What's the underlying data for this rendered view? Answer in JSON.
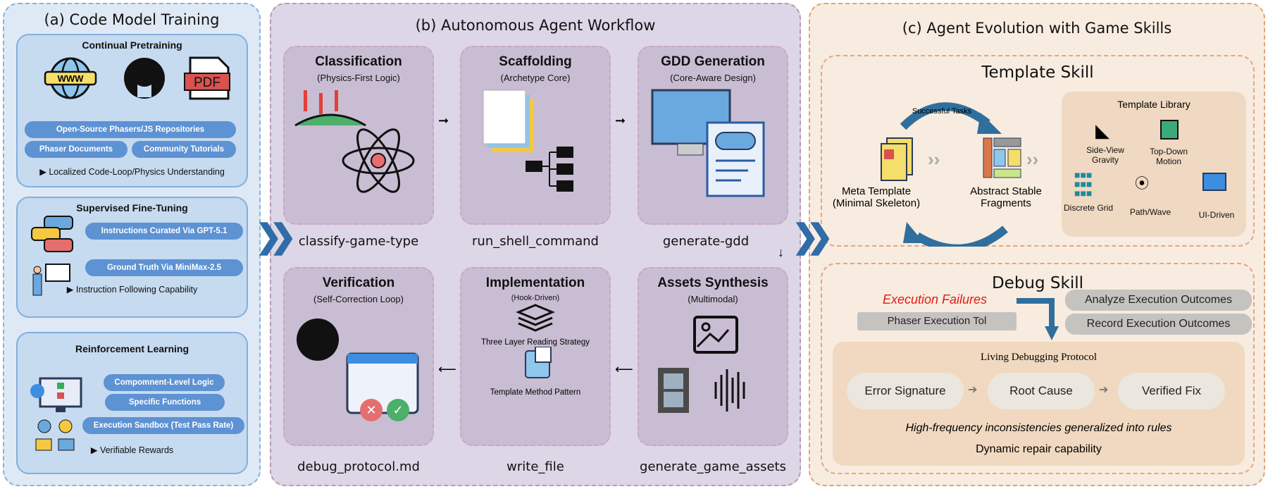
{
  "panel_a": {
    "title": "(a) Code Model Training",
    "pretraining": {
      "title": "Continual Pretraining",
      "icons": [
        "www-globe-icon",
        "github-icon",
        "pdf-icon"
      ],
      "pdf_label": "PDF",
      "www_label": "WWW",
      "pills": [
        "Open-Source Phasers/JS Repositories",
        "Phaser Documents",
        "Community Tutorials"
      ],
      "note": "Localized Code-Loop/Physics Understanding"
    },
    "sft": {
      "title": "Supervised Fine-Tuning",
      "pills": [
        "Instructions Curated Via GPT-5.1",
        "Ground Truth Via MiniMax-2.5"
      ],
      "note": "Instruction Following Capability"
    },
    "rl": {
      "title": "Reinforcement Learning",
      "pills": [
        "Compomnent-Level Logic",
        "Specific Functions",
        "Execution Sandbox (Test Pass Rate)"
      ],
      "note": "Verifiable Rewards"
    }
  },
  "panel_b": {
    "title": "(b) Autonomous Agent Workflow",
    "cards": [
      {
        "title": "Classification",
        "sub": "(Physics-First Logic)",
        "tool": "classify-game-type"
      },
      {
        "title": "Scaffolding",
        "sub": "(Archetype Core)",
        "tool": "run_shell_command"
      },
      {
        "title": "GDD Generation",
        "sub": "(Core-Aware Design)",
        "tool": "generate-gdd"
      },
      {
        "title": "Verification",
        "sub": "(Self-Correction Loop)",
        "tool": "debug_protocol.md"
      },
      {
        "title": "Implementation",
        "sub": "(Hook-Driven)",
        "tool": "write_file",
        "extra": [
          "Three Layer Reading Strategy",
          "Template Method Pattern"
        ]
      },
      {
        "title": "Assets Synthesis",
        "sub": "(Multimodal)",
        "tool": "generate_game_assets"
      }
    ]
  },
  "panel_c": {
    "title": "(c) Agent Evolution with Game Skills",
    "template": {
      "title": "Template Skill",
      "loop_label": "Successful Tasks",
      "meta": "Meta Template (Minimal Skeleton)",
      "fragments": "Abstract Stable Fragments",
      "library": {
        "title": "Template Library",
        "items": [
          "Side-View Gravity",
          "Top-Down Motion",
          "Discrete Grid",
          "Path/Wave",
          "UI-Driven"
        ]
      }
    },
    "debug": {
      "title": "Debug Skill",
      "failures": "Execution Failures",
      "tool": "Phaser Execution Tol",
      "actions": [
        "Analyze Execution Outcomes",
        "Record Execution Outcomes"
      ],
      "protocol": {
        "title": "Living Debugging Protocol",
        "steps": [
          "Error Signature",
          "Root Cause",
          "Verified Fix"
        ],
        "rule": "High-frequency inconsistencies generalized into rules",
        "capability": "Dynamic repair capability"
      }
    }
  },
  "colors": {
    "panel_a": "#dfe9f5",
    "panel_b": "#ddd6e6",
    "panel_c": "#f8ece0",
    "pill": "#5d92d3",
    "arrow": "#2f6ca8",
    "failure": "#e01b1b"
  }
}
